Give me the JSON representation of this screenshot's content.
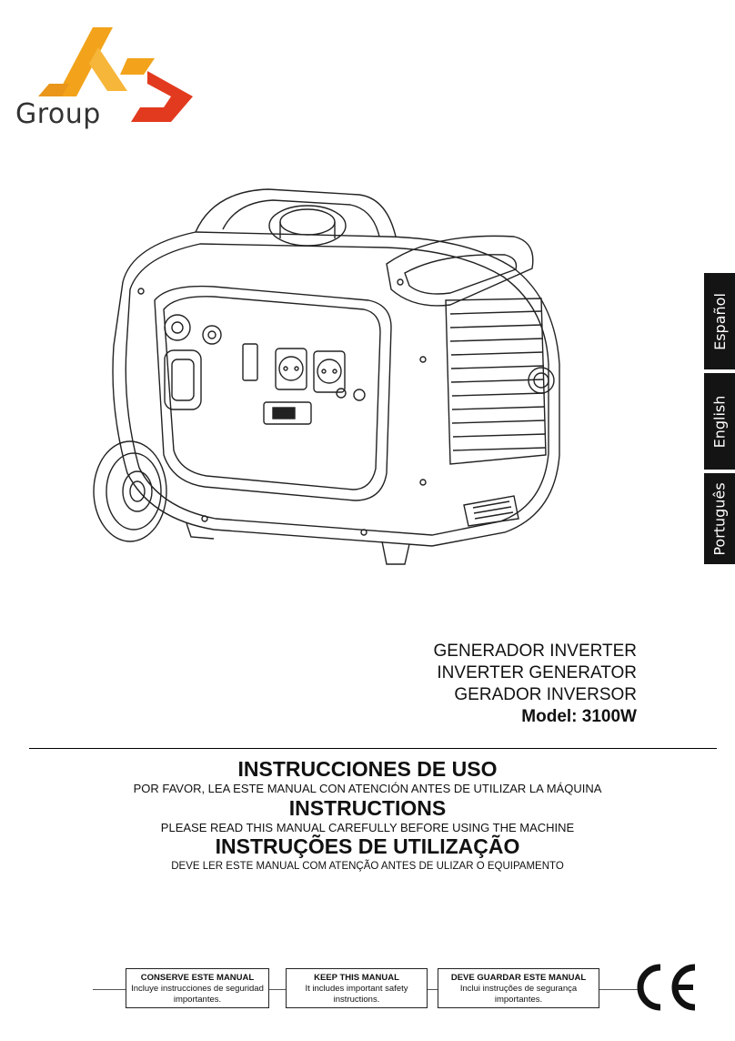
{
  "logo": {
    "text": "Group"
  },
  "language_tabs": [
    "Español",
    "English",
    "Português"
  ],
  "product": {
    "title_es": "GENERADOR INVERTER",
    "title_en": "INVERTER GENERATOR",
    "title_pt": "GERADOR INVERSOR",
    "model": "Model: 3100W"
  },
  "instructions": {
    "es_heading": "INSTRUCCIONES DE USO",
    "es_sub": "POR FAVOR, LEA ESTE MANUAL CON ATENCIÓN ANTES DE UTILIZAR LA MÁQUINA",
    "en_heading": "INSTRUCTIONS",
    "en_sub": "PLEASE READ THIS MANUAL CAREFULLY BEFORE USING THE MACHINE",
    "pt_heading": "INSTRUÇÕES DE UTILIZAÇÃO",
    "pt_sub": "DEVE LER ESTE MANUAL COM ATENÇÃO ANTES DE ULIZAR O EQUIPAMENTO"
  },
  "notices": [
    {
      "title": "CONSERVE ESTE MANUAL",
      "text": "Incluye instrucciones de seguridad importantes."
    },
    {
      "title": "KEEP THIS MANUAL",
      "text": "It includes important safety instructions."
    },
    {
      "title": "DEVE GUARDAR ESTE MANUAL",
      "text": "Inclui instruções de segurança importantes."
    }
  ],
  "colors": {
    "logo_orange": "#f2a31b",
    "logo_red": "#e23a1e",
    "tab_bg": "#141414"
  }
}
